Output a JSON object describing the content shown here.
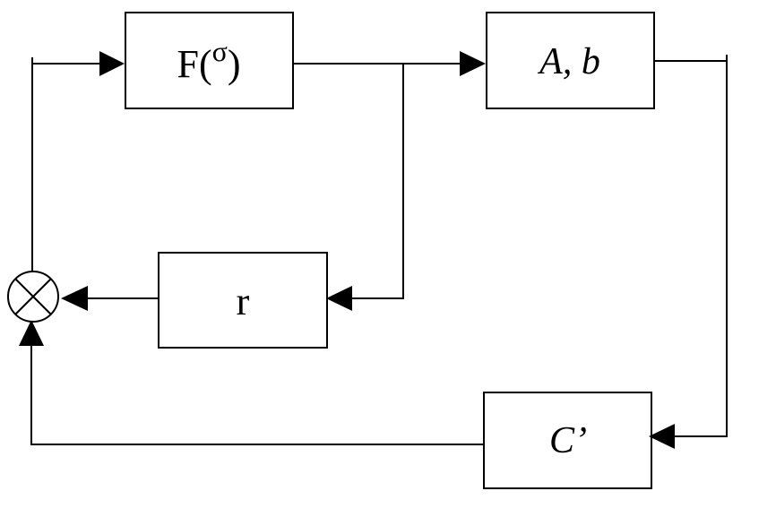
{
  "blocks": {
    "nonlinearity": {
      "prefix": "F(",
      "symbol": "σ",
      "suffix": ")"
    },
    "plant": {
      "label": "A, b"
    },
    "feedback": {
      "label": "r"
    },
    "output": {
      "label": "C’"
    }
  },
  "junction": {
    "icon": "summing-junction-icon"
  },
  "colors": {
    "stroke": "#000000",
    "background": "#ffffff"
  }
}
